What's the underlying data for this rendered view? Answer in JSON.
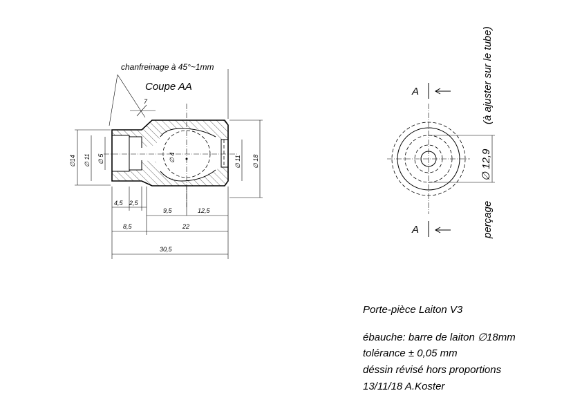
{
  "section": {
    "title": "Coupe AA",
    "chamfer_note": "chanfreinage à 45°~1mm"
  },
  "dimensions": {
    "d7": "7",
    "d14": "∅14",
    "d11_left": "∅ 11",
    "d5": "∅ 5",
    "d4": "∅ 4",
    "d11_right": "∅ 11",
    "d18": "∅ 18",
    "d4_5": "4,5",
    "d2_5": "2,5",
    "d9_5": "9,5",
    "d12_5": "12,5",
    "d8_5": "8,5",
    "d22": "22",
    "d30_5": "30,5"
  },
  "end_view": {
    "marker_top": "A",
    "marker_bottom": "A",
    "dia_label": "∅ 12,9",
    "adjust_note": "(à ajuster sur le tube)",
    "bore_note": "perçage"
  },
  "info": {
    "title": "Porte-pièce Laiton V3",
    "line1": "ébauche: barre de laiton ∅18mm",
    "line2": "tolérance   ± 0,05 mm",
    "line3": "déssin révisé hors proportions",
    "line4": "13/11/18 A.Koster"
  }
}
